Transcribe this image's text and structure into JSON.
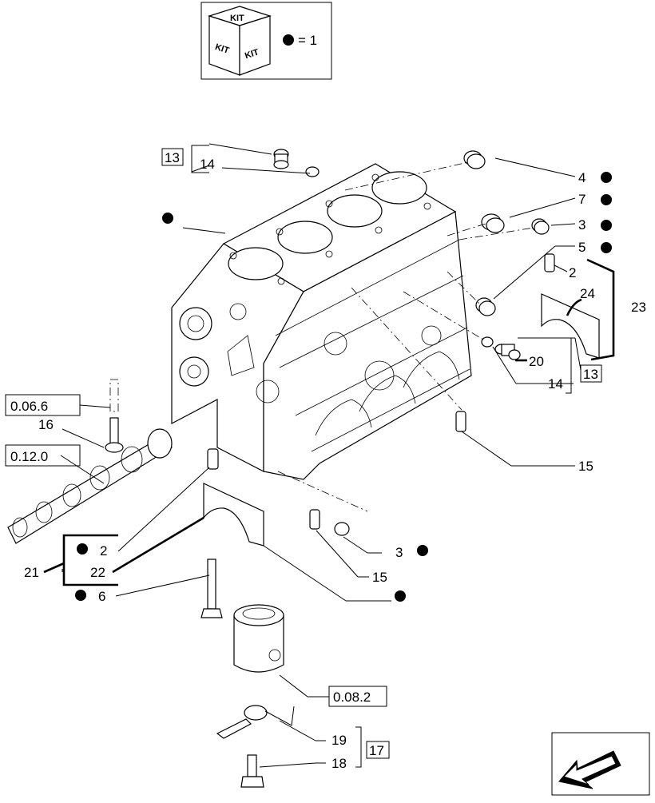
{
  "legend": {
    "kit_text": "KIT",
    "equals_text": "= 1"
  },
  "callouts": {
    "c4": "4",
    "c7": "7",
    "c3_top": "3",
    "c5": "5",
    "c2_right": "2",
    "c24": "24",
    "c23": "23",
    "c20": "20",
    "c14_right": "14",
    "c13_right": "13",
    "c15_right": "15",
    "c13_top": "13",
    "c14_top": "14",
    "ref_0066": "0.06.6",
    "c16": "16",
    "ref_0120": "0.12.0",
    "c2_left": "2",
    "c21": "21",
    "c22": "22",
    "c6": "6",
    "c3_bottom": "3",
    "c15_bottom": "15",
    "ref_0082": "0.08.2",
    "c19": "19",
    "c17": "17",
    "c18": "18"
  }
}
